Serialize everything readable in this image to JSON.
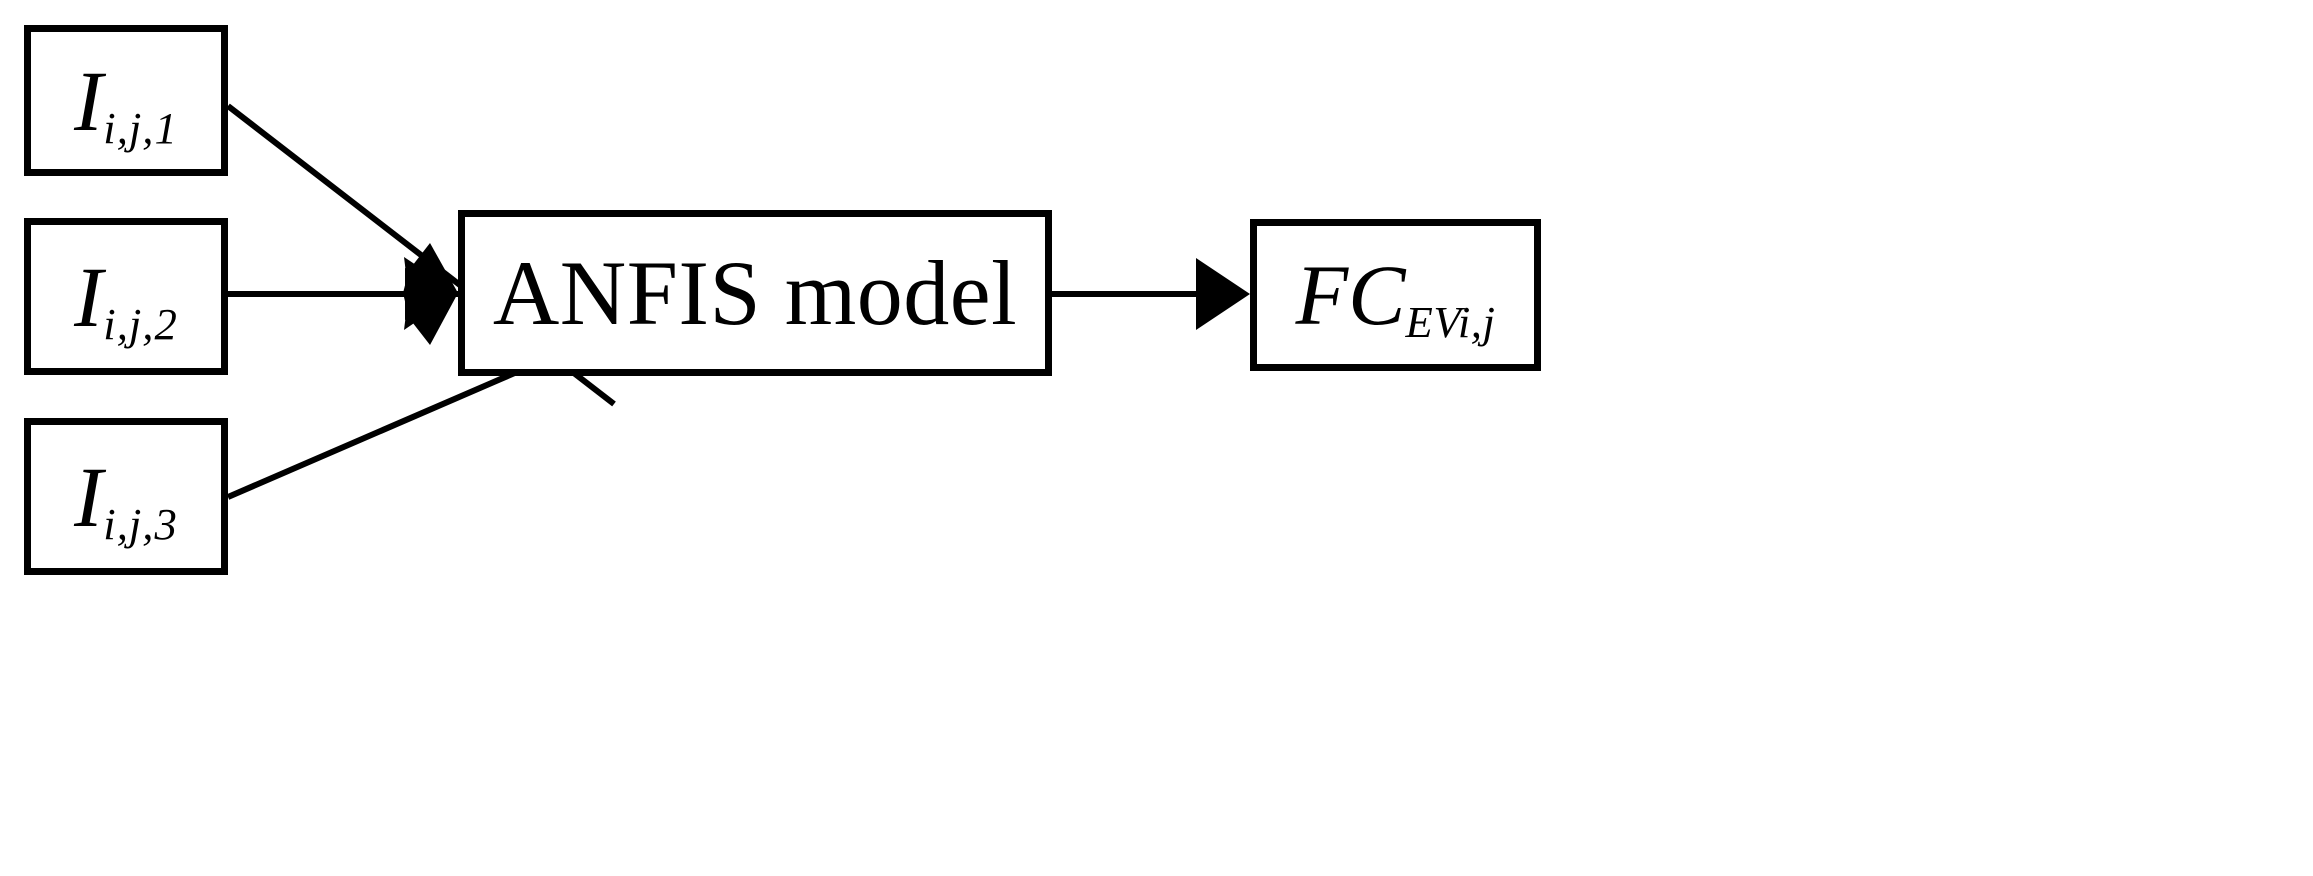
{
  "diagram": {
    "type": "block-flow-diagram",
    "background_color": "#ffffff",
    "stroke_color": "#000000",
    "inputs": [
      {
        "id": "input-1",
        "symbol": "I",
        "subscript": "i,j,1",
        "full_label": "I i,j,1"
      },
      {
        "id": "input-2",
        "symbol": "I",
        "subscript": "i,j,2",
        "full_label": "I i,j,2"
      },
      {
        "id": "input-3",
        "symbol": "I",
        "subscript": "i,j,3",
        "full_label": "I i,j,3"
      }
    ],
    "process": {
      "id": "anfis",
      "label": "ANFIS model"
    },
    "output": {
      "id": "output-1",
      "symbol": "FC",
      "subscript": "EVi,j",
      "full_label": "FC EVi,j"
    },
    "connectors": [
      {
        "id": "edge-input-1-to-anfis",
        "from": "input-1",
        "to": "anfis",
        "arrowhead": "filled-triangle"
      },
      {
        "id": "edge-input-2-to-anfis",
        "from": "input-2",
        "to": "anfis",
        "arrowhead": "filled-triangle"
      },
      {
        "id": "edge-input-3-to-anfis",
        "from": "input-3",
        "to": "anfis",
        "arrowhead": "filled-triangle"
      },
      {
        "id": "edge-anfis-to-output",
        "from": "anfis",
        "to": "output-1",
        "arrowhead": "filled-triangle"
      }
    ]
  }
}
